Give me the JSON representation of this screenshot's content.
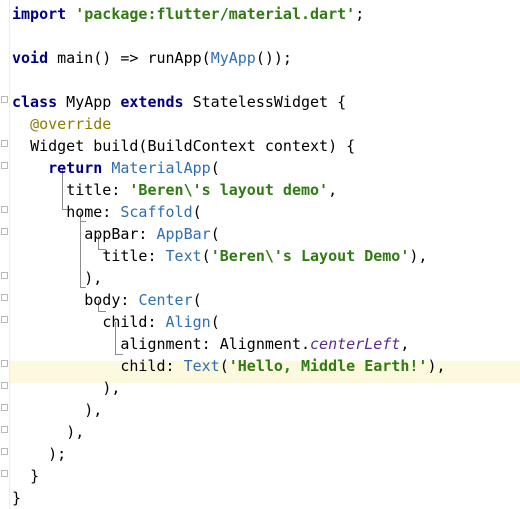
{
  "code": {
    "import_kw": "import",
    "import_str": "'package:flutter/material.dart'",
    "semicolon": ";",
    "void_kw": "void",
    "main_pre": " main() => runApp(",
    "myapp_call": "MyApp",
    "main_post": "());",
    "class_kw": "class",
    "class_name": " MyApp ",
    "extends_kw": "extends",
    "superclass": " StatelessWidget {",
    "override": "@override",
    "build_sig": "Widget build(BuildContext context) {",
    "return_kw": "return",
    "material_app": "MaterialApp",
    "open_paren": "(",
    "title_label": "title: ",
    "title_value": "'Beren\\'s layout demo'",
    "comma": ",",
    "home_label": "home: ",
    "scaffold": "Scaffold",
    "appbar_label": "appBar: ",
    "appbar_class": "AppBar",
    "appbar_title_label": "title: ",
    "text_class": "Text",
    "appbar_title_value": "'Beren\\'s Layout Demo'",
    "close_comma": "),",
    "body_label": "body: ",
    "center_class": "Center",
    "child_label": "child: ",
    "align_class": "Align",
    "alignment_label": "alignment: Alignment.",
    "center_left": "centerLeft",
    "child2_label": "child: ",
    "text_class2": "Text",
    "hello_value": "'Hello, Middle Earth!'",
    "close_paren_semicolon": ");",
    "close_brace": "}"
  }
}
